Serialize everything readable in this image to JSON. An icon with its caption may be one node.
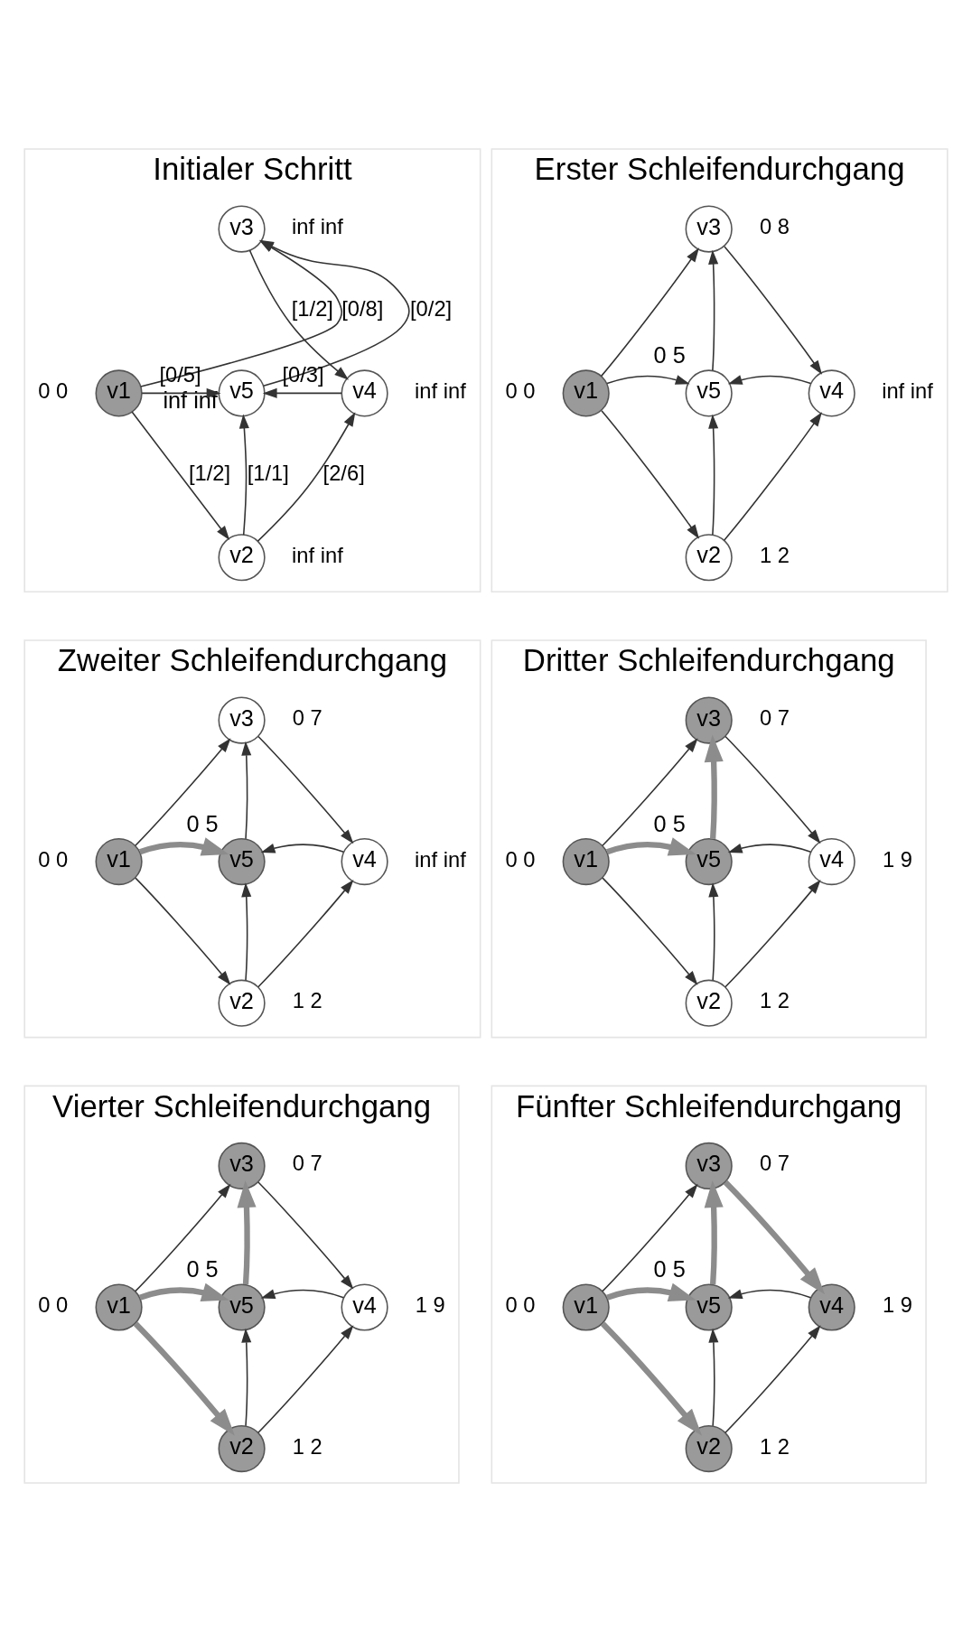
{
  "diagram": {
    "nodes": [
      {
        "text": [
          "Initialer Schritt"
        ]
      },
      {
        "text": [
          "v3"
        ],
        "in": 0,
        "beside": [
          "inf inf"
        ]
      },
      {
        "text": [
          "v1"
        ],
        "in": 0,
        "beside": [
          "0 0"
        ]
      },
      {
        "text": [
          "v5"
        ],
        "in": 0,
        "beside": [
          "inf inf"
        ]
      },
      {
        "text": [
          "v4"
        ],
        "in": 0,
        "beside": [
          "inf inf"
        ]
      },
      {
        "text": [
          "v2"
        ],
        "in": 0,
        "beside": [
          "inf inf"
        ]
      },
      {
        "text": [
          "Erster Schleifendurchgang"
        ]
      },
      {
        "text": [
          "v3"
        ],
        "in": 6,
        "beside": [
          "0 8"
        ]
      },
      {
        "text": [
          "v1"
        ],
        "in": 6,
        "beside": [
          "0 0"
        ]
      },
      {
        "text": [
          "v5"
        ],
        "in": 6,
        "beside": [
          "0 5"
        ]
      },
      {
        "text": [
          "v4"
        ],
        "in": 6,
        "beside": [
          "inf inf"
        ]
      },
      {
        "text": [
          "v2"
        ],
        "in": 6,
        "beside": [
          "1 2"
        ]
      },
      {
        "text": [
          "Zweiter Schleifendurchgang"
        ]
      },
      {
        "text": [
          "v3"
        ],
        "in": 12,
        "beside": [
          "0 7"
        ]
      },
      {
        "text": [
          "v1"
        ],
        "in": 12,
        "beside": [
          "0 0"
        ]
      },
      {
        "text": [
          "v5"
        ],
        "in": 12,
        "beside": [
          "0 5"
        ]
      },
      {
        "text": [
          "v4"
        ],
        "in": 12,
        "beside": [
          "inf inf"
        ]
      },
      {
        "text": [
          "v2"
        ],
        "in": 12,
        "beside": [
          "1 2"
        ]
      },
      {
        "text": [
          "Dritter Schleifendurchgang"
        ]
      },
      {
        "text": [
          "v3"
        ],
        "in": 18,
        "beside": [
          "0 7"
        ]
      },
      {
        "text": [
          "v1"
        ],
        "in": 18,
        "beside": [
          "0 0"
        ]
      },
      {
        "text": [
          "v5"
        ],
        "in": 18,
        "beside": [
          "0 5"
        ]
      },
      {
        "text": [
          "v4"
        ],
        "in": 18,
        "beside": [
          "1 9"
        ]
      },
      {
        "text": [
          "v2"
        ],
        "in": 18,
        "beside": [
          "1 2"
        ]
      },
      {
        "text": [
          "Vierter Schleifendurchgang"
        ]
      },
      {
        "text": [
          "v3"
        ],
        "in": 24,
        "beside": [
          "0 7"
        ]
      },
      {
        "text": [
          "v1"
        ],
        "in": 24,
        "beside": [
          "0 0"
        ]
      },
      {
        "text": [
          "v5"
        ],
        "in": 24,
        "beside": [
          "0 5"
        ]
      },
      {
        "text": [
          "v4"
        ],
        "in": 24,
        "beside": [
          "1 9"
        ]
      },
      {
        "text": [
          "v2"
        ],
        "in": 24,
        "beside": [
          "1 2"
        ]
      },
      {
        "text": [
          "Fünfter Schleifendurchgang"
        ]
      },
      {
        "text": [
          "v3"
        ],
        "in": 30,
        "beside": [
          "0 7"
        ]
      },
      {
        "text": [
          "v1"
        ],
        "in": 30,
        "beside": [
          "0 0"
        ]
      },
      {
        "text": [
          "v5"
        ],
        "in": 30,
        "beside": [
          "0 5"
        ]
      },
      {
        "text": [
          "v4"
        ],
        "in": 30,
        "beside": [
          "1 9"
        ]
      },
      {
        "text": [
          "v2"
        ],
        "in": 30,
        "beside": [
          "1 2"
        ]
      }
    ],
    "edges": [
      {
        "from": 2,
        "to": 1,
        "arrow": "to",
        "label": "[0/8]"
      },
      {
        "from": 2,
        "to": 3,
        "arrow": "to",
        "label": "[0/5]"
      },
      {
        "from": 2,
        "to": 5,
        "arrow": "to",
        "label": "[1/2]"
      },
      {
        "from": 3,
        "to": 1,
        "arrow": "to",
        "label": "[0/2]"
      },
      {
        "from": 1,
        "to": 4,
        "arrow": "to",
        "label": "[1/2]"
      },
      {
        "from": 4,
        "to": 3,
        "arrow": "to",
        "label": "[0/3]"
      },
      {
        "from": 5,
        "to": 3,
        "arrow": "to",
        "label": "[1/1]"
      },
      {
        "from": 5,
        "to": 4,
        "arrow": "to",
        "label": "[2/6]"
      },
      {
        "from": 8,
        "to": 7,
        "arrow": "to"
      },
      {
        "from": 8,
        "to": 9,
        "arrow": "to"
      },
      {
        "from": 8,
        "to": 11,
        "arrow": "to"
      },
      {
        "from": 9,
        "to": 7,
        "arrow": "to"
      },
      {
        "from": 7,
        "to": 10,
        "arrow": "to"
      },
      {
        "from": 10,
        "to": 9,
        "arrow": "to"
      },
      {
        "from": 11,
        "to": 9,
        "arrow": "to"
      },
      {
        "from": 11,
        "to": 10,
        "arrow": "to"
      },
      {
        "from": 14,
        "to": 13,
        "arrow": "to"
      },
      {
        "from": 14,
        "to": 15,
        "arrow": "to",
        "style": "thick",
        "color": "#8c8c8c"
      },
      {
        "from": 14,
        "to": 17,
        "arrow": "to"
      },
      {
        "from": 15,
        "to": 13,
        "arrow": "to"
      },
      {
        "from": 13,
        "to": 16,
        "arrow": "to"
      },
      {
        "from": 16,
        "to": 15,
        "arrow": "to"
      },
      {
        "from": 17,
        "to": 15,
        "arrow": "to"
      },
      {
        "from": 17,
        "to": 16,
        "arrow": "to"
      },
      {
        "from": 20,
        "to": 19,
        "arrow": "to"
      },
      {
        "from": 20,
        "to": 21,
        "arrow": "to",
        "style": "thick",
        "color": "#8c8c8c"
      },
      {
        "from": 20,
        "to": 23,
        "arrow": "to"
      },
      {
        "from": 21,
        "to": 19,
        "arrow": "to",
        "style": "thick",
        "color": "#8c8c8c"
      },
      {
        "from": 19,
        "to": 22,
        "arrow": "to"
      },
      {
        "from": 22,
        "to": 21,
        "arrow": "to"
      },
      {
        "from": 23,
        "to": 21,
        "arrow": "to"
      },
      {
        "from": 23,
        "to": 22,
        "arrow": "to"
      },
      {
        "from": 26,
        "to": 25,
        "arrow": "to"
      },
      {
        "from": 26,
        "to": 27,
        "arrow": "to",
        "style": "thick",
        "color": "#8c8c8c"
      },
      {
        "from": 26,
        "to": 29,
        "arrow": "to",
        "style": "thick",
        "color": "#8c8c8c"
      },
      {
        "from": 27,
        "to": 25,
        "arrow": "to",
        "style": "thick",
        "color": "#8c8c8c"
      },
      {
        "from": 25,
        "to": 28,
        "arrow": "to"
      },
      {
        "from": 28,
        "to": 27,
        "arrow": "to"
      },
      {
        "from": 29,
        "to": 27,
        "arrow": "to"
      },
      {
        "from": 29,
        "to": 28,
        "arrow": "to"
      },
      {
        "from": 32,
        "to": 31,
        "arrow": "to"
      },
      {
        "from": 32,
        "to": 33,
        "arrow": "to",
        "style": "thick",
        "color": "#8c8c8c"
      },
      {
        "from": 32,
        "to": 35,
        "arrow": "to",
        "style": "thick",
        "color": "#8c8c8c"
      },
      {
        "from": 33,
        "to": 31,
        "arrow": "to",
        "style": "thick",
        "color": "#8c8c8c"
      },
      {
        "from": 31,
        "to": 34,
        "arrow": "to",
        "style": "thick",
        "color": "#8c8c8c"
      },
      {
        "from": 34,
        "to": 33,
        "arrow": "to"
      },
      {
        "from": 35,
        "to": 33,
        "arrow": "to"
      },
      {
        "from": 35,
        "to": 34,
        "arrow": "to"
      }
    ]
  }
}
